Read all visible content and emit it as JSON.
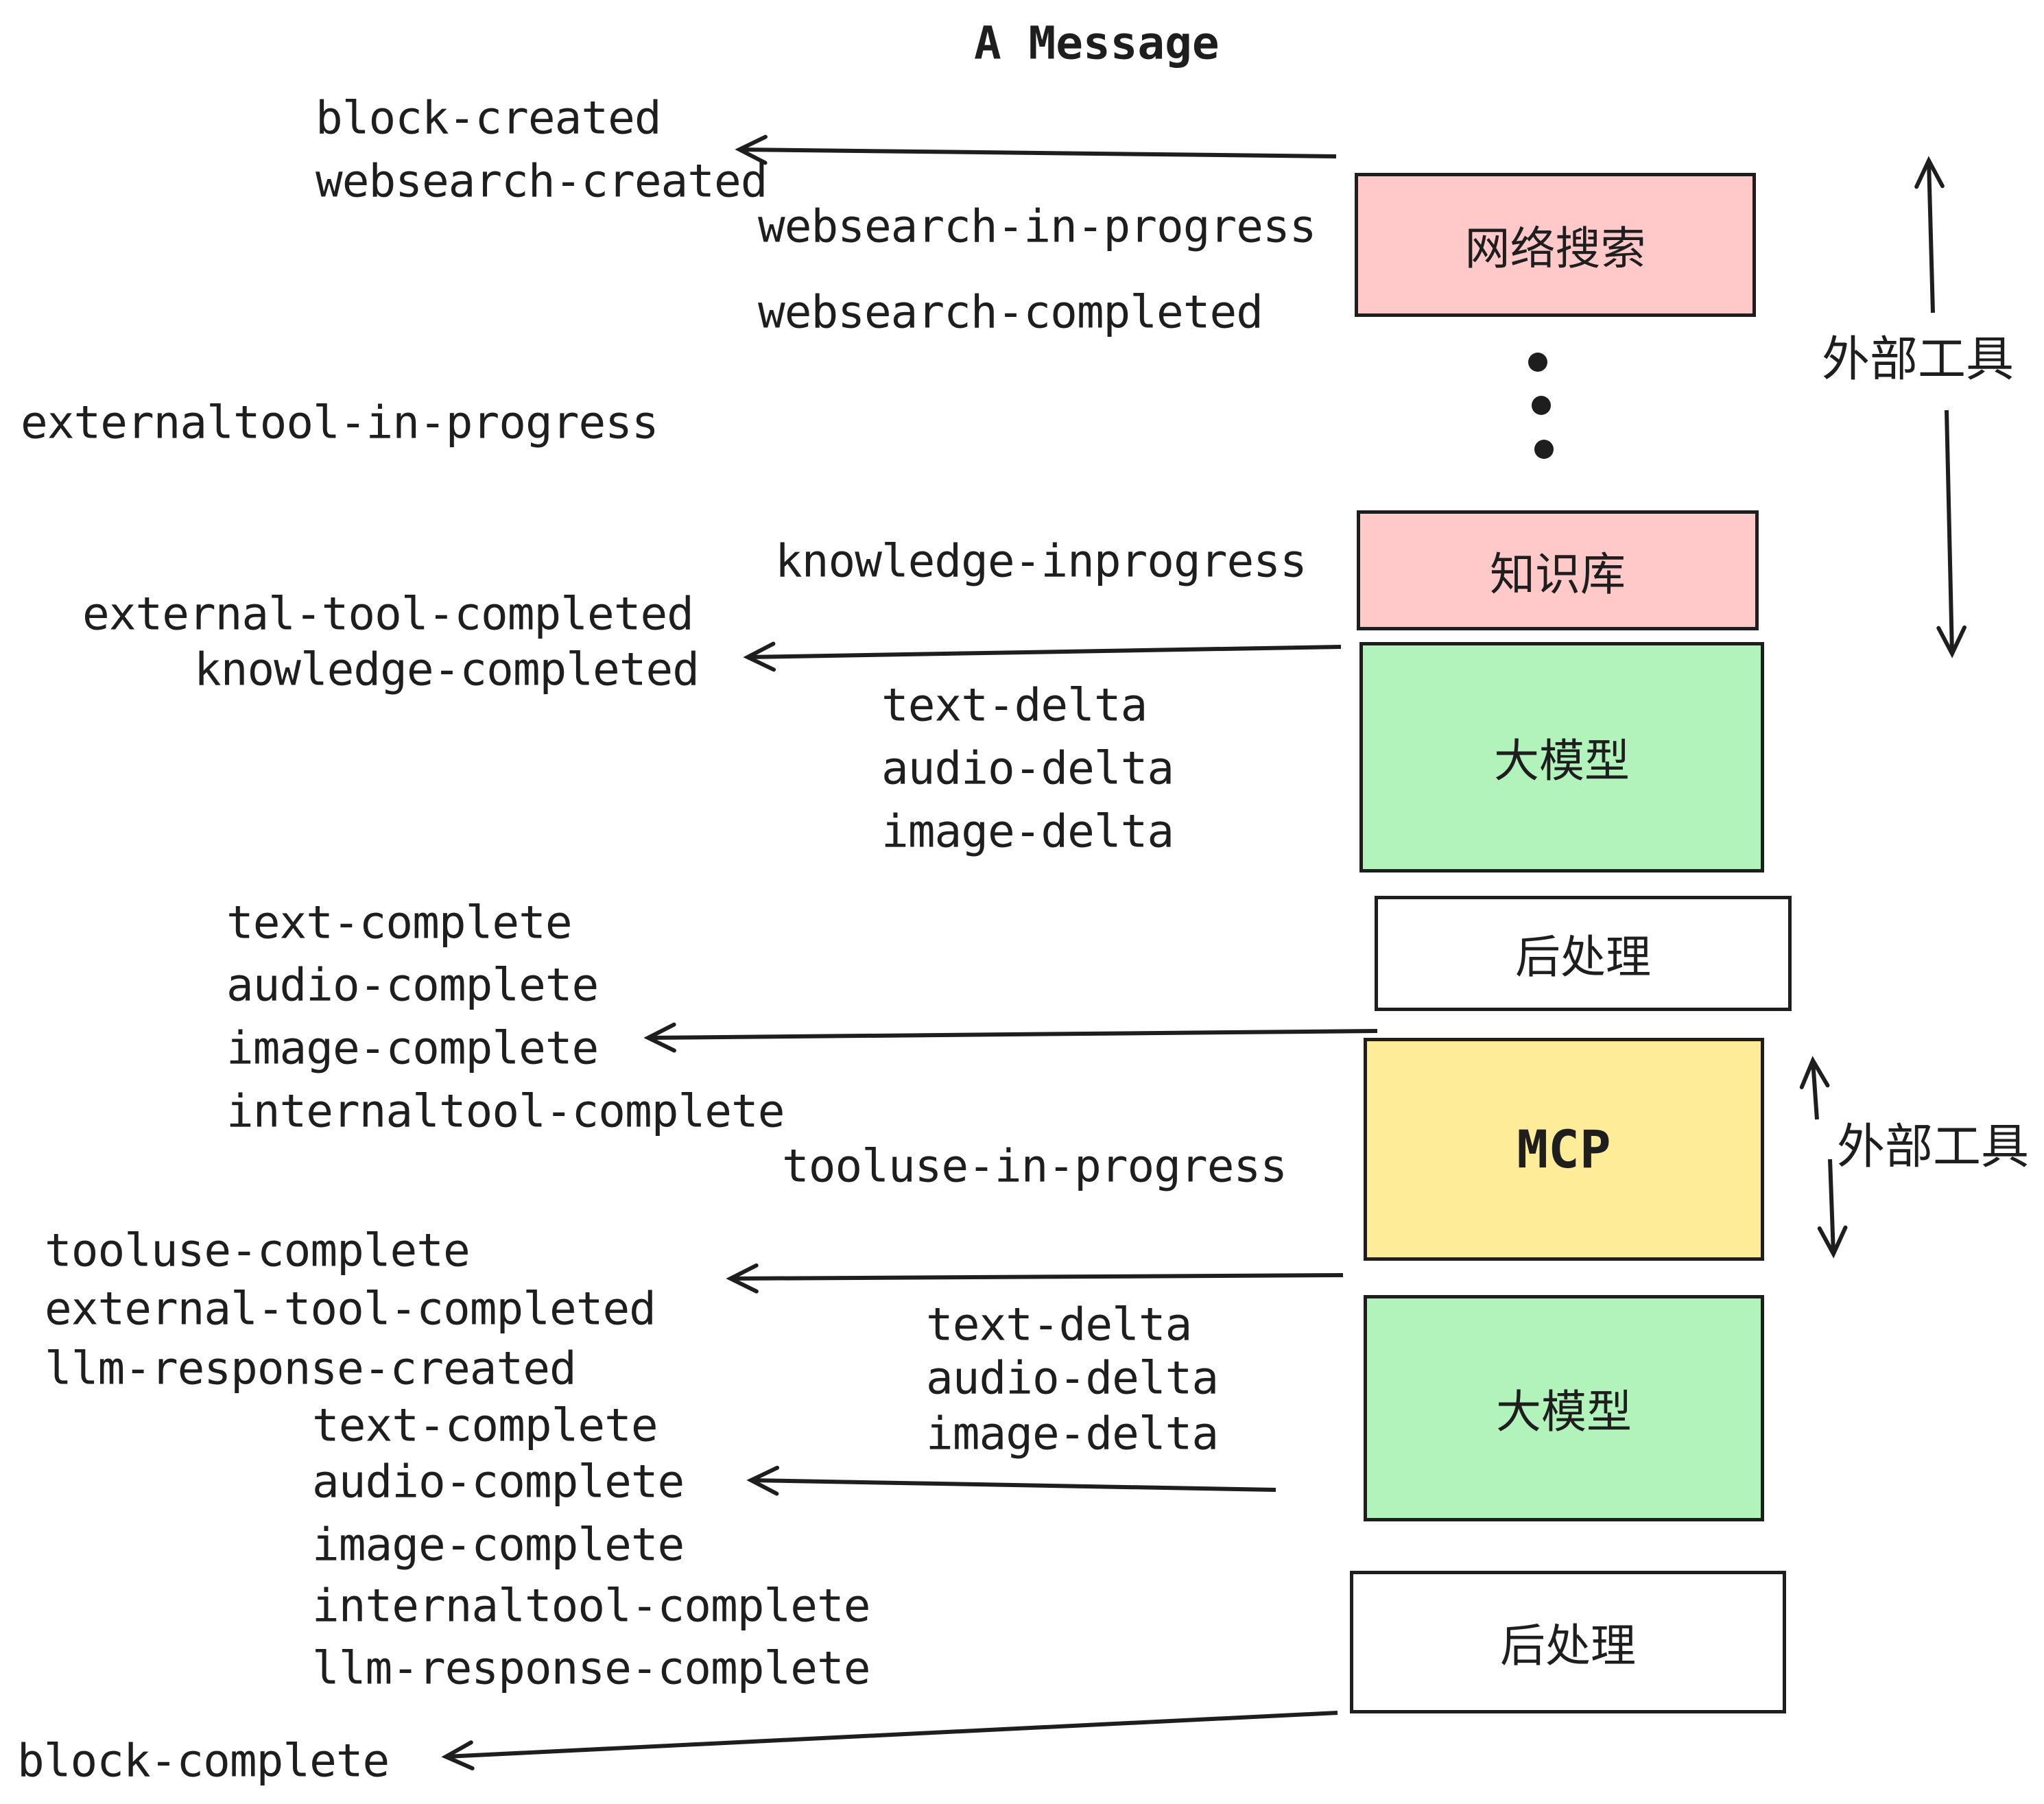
{
  "title": "A Message",
  "boxes": [
    {
      "label": "网络搜索",
      "color": "#ffc9c9"
    },
    {
      "label": "知识库",
      "color": "#ffc9c9"
    },
    {
      "label": "大模型",
      "color": "#b2f2bb"
    },
    {
      "label": "后处理",
      "color": "#ffffff"
    },
    {
      "label": "MCP",
      "color": "#ffec99"
    },
    {
      "label": "大模型",
      "color": "#b2f2bb"
    },
    {
      "label": "后处理",
      "color": "#ffffff"
    }
  ],
  "side_labels": [
    {
      "text": "外部工具"
    },
    {
      "text": "外部工具"
    }
  ],
  "events": [
    "block-created",
    "websearch-created",
    "websearch-in-progress",
    "websearch-completed",
    "externaltool-in-progress",
    "knowledge-inprogress",
    "external-tool-completed",
    "knowledge-completed",
    "text-delta",
    "audio-delta",
    "image-delta",
    "text-complete",
    "audio-complete",
    "image-complete",
    "internaltool-complete",
    "tooluse-in-progress",
    "tooluse-complete",
    "external-tool-completed",
    "llm-response-created",
    "text-delta",
    "audio-delta",
    "image-delta",
    "text-complete",
    "audio-complete",
    "image-complete",
    "internaltool-complete",
    "llm-response-complete",
    "block-complete"
  ],
  "colors": {
    "stroke": "#1e1e1e",
    "pink": "#ffc9c9",
    "green": "#b2f2bb",
    "yellow": "#ffec99",
    "white": "#ffffff"
  }
}
